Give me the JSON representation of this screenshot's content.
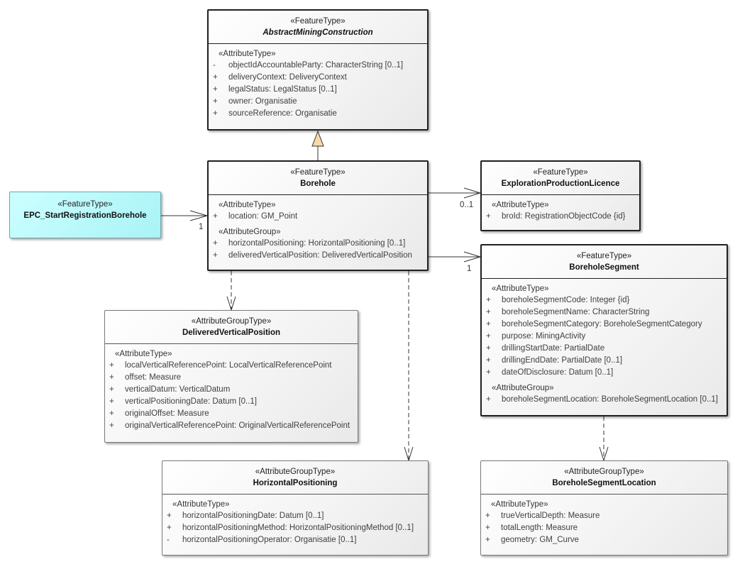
{
  "classes": {
    "amc": {
      "stereotype": "«FeatureType»",
      "name": "AbstractMiningConstruction",
      "groups": [
        {
          "label": "«AttributeType»",
          "attrs": [
            {
              "vis": "-",
              "text": "objectIdAccountableParty: CharacterString [0..1]"
            },
            {
              "vis": "+",
              "text": "deliveryContext: DeliveryContext"
            },
            {
              "vis": "+",
              "text": "legalStatus: LegalStatus [0..1]"
            },
            {
              "vis": "+",
              "text": "owner: Organisatie"
            },
            {
              "vis": "+",
              "text": "sourceReference: Organisatie"
            }
          ]
        }
      ]
    },
    "borehole": {
      "stereotype": "«FeatureType»",
      "name": "Borehole",
      "groups": [
        {
          "label": "«AttributeType»",
          "attrs": [
            {
              "vis": "+",
              "text": "location: GM_Point"
            }
          ]
        },
        {
          "label": "«AttributeGroup»",
          "attrs": [
            {
              "vis": "+",
              "text": "horizontalPositioning: HorizontalPositioning [0..1]"
            },
            {
              "vis": "+",
              "text": "deliveredVerticalPosition: DeliveredVerticalPosition"
            }
          ]
        }
      ]
    },
    "epc": {
      "stereotype": "«FeatureType»",
      "name": "EPC_StartRegistrationBorehole"
    },
    "epl": {
      "stereotype": "«FeatureType»",
      "name": "ExplorationProductionLicence",
      "groups": [
        {
          "label": "«AttributeType»",
          "attrs": [
            {
              "vis": "+",
              "text": "broId: RegistrationObjectCode {id}"
            }
          ]
        }
      ]
    },
    "segment": {
      "stereotype": "«FeatureType»",
      "name": "BoreholeSegment",
      "groups": [
        {
          "label": "«AttributeType»",
          "attrs": [
            {
              "vis": "+",
              "text": "boreholeSegmentCode: Integer {id}"
            },
            {
              "vis": "+",
              "text": "boreholeSegmentName: CharacterString"
            },
            {
              "vis": "+",
              "text": "boreholeSegmentCategory: BoreholeSegmentCategory"
            },
            {
              "vis": "+",
              "text": "purpose: MiningActivity"
            },
            {
              "vis": "+",
              "text": "drillingStartDate: PartialDate"
            },
            {
              "vis": "+",
              "text": "drillingEndDate: PartialDate [0..1]"
            },
            {
              "vis": "+",
              "text": "dateOfDisclosure: Datum [0..1]"
            }
          ]
        },
        {
          "label": "«AttributeGroup»",
          "attrs": [
            {
              "vis": "+",
              "text": "boreholeSegmentLocation: BoreholeSegmentLocation [0..1]"
            }
          ]
        }
      ]
    },
    "dvp": {
      "stereotype": "«AttributeGroupType»",
      "name": "DeliveredVerticalPosition",
      "groups": [
        {
          "label": "«AttributeType»",
          "attrs": [
            {
              "vis": "+",
              "text": "localVerticalReferencePoint: LocalVerticalReferencePoint"
            },
            {
              "vis": "+",
              "text": "offset: Measure"
            },
            {
              "vis": "+",
              "text": "verticalDatum: VerticalDatum"
            },
            {
              "vis": "+",
              "text": "verticalPositioningDate: Datum [0..1]"
            },
            {
              "vis": "+",
              "text": "originalOffset: Measure"
            },
            {
              "vis": "+",
              "text": "originalVerticalReferencePoint: OriginalVerticalReferencePoint"
            }
          ]
        }
      ]
    },
    "hp": {
      "stereotype": "«AttributeGroupType»",
      "name": "HorizontalPositioning",
      "groups": [
        {
          "label": "«AttributeType»",
          "attrs": [
            {
              "vis": "+",
              "text": "horizontalPositioningDate: Datum [0..1]"
            },
            {
              "vis": "+",
              "text": "horizontalPositioningMethod: HorizontalPositioningMethod [0..1]"
            },
            {
              "vis": "-",
              "text": "horizontalPositioningOperator: Organisatie [0..1]"
            }
          ]
        }
      ]
    },
    "bsl": {
      "stereotype": "«AttributeGroupType»",
      "name": "BoreholeSegmentLocation",
      "groups": [
        {
          "label": "«AttributeType»",
          "attrs": [
            {
              "vis": "+",
              "text": "trueVerticalDepth: Measure"
            },
            {
              "vis": "+",
              "text": "totalLength: Measure"
            },
            {
              "vis": "+",
              "text": "geometry: GM_Curve"
            }
          ]
        }
      ]
    }
  },
  "multiplicities": {
    "epc_borehole": "1",
    "borehole_epl": "0..1",
    "borehole_segment": "1"
  },
  "colors": {
    "epc_fill": "#aaf4f7",
    "class_border": "#202020",
    "generalization_fill": "#f9d9a8"
  }
}
